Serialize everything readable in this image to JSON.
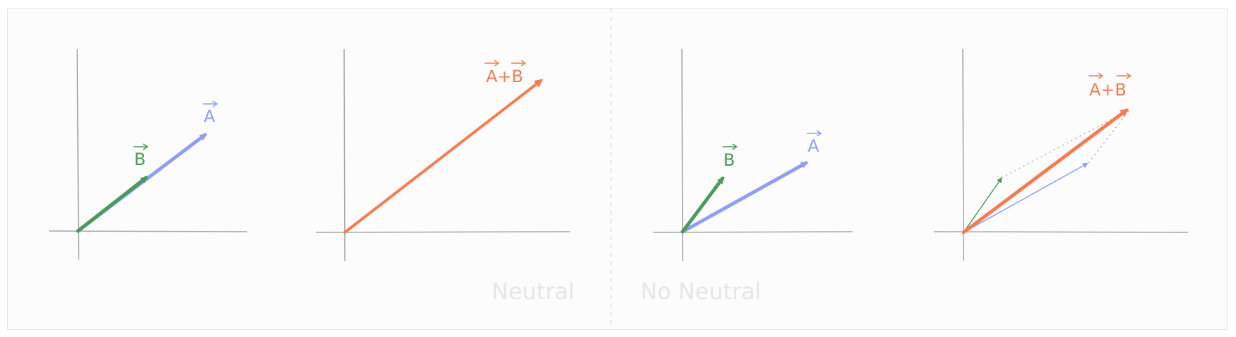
{
  "sections": {
    "left_caption": "Neutral",
    "right_caption": "No Neutral"
  },
  "labels": {
    "a": "A",
    "b": "B",
    "sum": "A+B"
  },
  "colors": {
    "a": "#8f9ef5",
    "b": "#4a9a5a",
    "sum": "#f47c50",
    "axis": "#a6a6a6",
    "divider": "#dcdcdc"
  }
}
